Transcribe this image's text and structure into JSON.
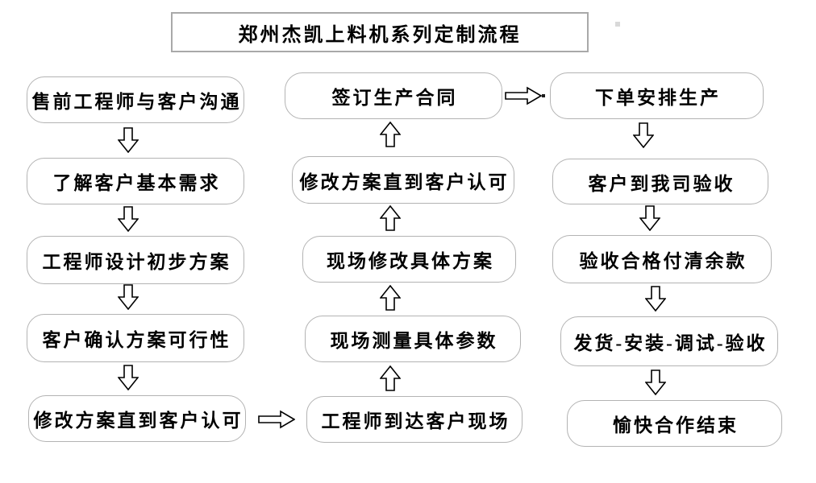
{
  "title": "郑州杰凯上料机系列定制流程",
  "colors": {
    "background": "#ffffff",
    "box_border": "#b3b3b3",
    "title_border": "#a9a9a9",
    "text": "#000000",
    "arrow_outline": "#000000",
    "arrow_fill": "#ffffff"
  },
  "flow": {
    "left": [
      {
        "id": "l1",
        "label": "售前工程师与客户沟通"
      },
      {
        "id": "l2",
        "label": "了解客户基本需求"
      },
      {
        "id": "l3",
        "label": "工程师设计初步方案"
      },
      {
        "id": "l4",
        "label": "客户确认方案可行性"
      },
      {
        "id": "l5",
        "label": "修改方案直到客户认可"
      }
    ],
    "middle": [
      {
        "id": "m1",
        "label": "签订生产合同"
      },
      {
        "id": "m2",
        "label": "修改方案直到客户认可"
      },
      {
        "id": "m3",
        "label": "现场修改具体方案"
      },
      {
        "id": "m4",
        "label": "现场测量具体参数"
      },
      {
        "id": "m5",
        "label": "工程师到达客户现场"
      }
    ],
    "right": [
      {
        "id": "r1",
        "label": "下单安排生产"
      },
      {
        "id": "r2",
        "label": "客户到我司验收"
      },
      {
        "id": "r3",
        "label": "验收合格付清余款"
      },
      {
        "id": "r4",
        "label": "发货-安装-调试-验收"
      },
      {
        "id": "r5",
        "label": "愉快合作结束"
      }
    ],
    "connections": [
      {
        "from": "l1",
        "to": "l2",
        "direction": "down"
      },
      {
        "from": "l2",
        "to": "l3",
        "direction": "down"
      },
      {
        "from": "l3",
        "to": "l4",
        "direction": "down"
      },
      {
        "from": "l4",
        "to": "l5",
        "direction": "down"
      },
      {
        "from": "l5",
        "to": "m5",
        "direction": "right"
      },
      {
        "from": "m5",
        "to": "m4",
        "direction": "up"
      },
      {
        "from": "m4",
        "to": "m3",
        "direction": "up"
      },
      {
        "from": "m3",
        "to": "m2",
        "direction": "up"
      },
      {
        "from": "m2",
        "to": "m1",
        "direction": "up"
      },
      {
        "from": "m1",
        "to": "r1",
        "direction": "right"
      },
      {
        "from": "r1",
        "to": "r2",
        "direction": "down"
      },
      {
        "from": "r2",
        "to": "r3",
        "direction": "down"
      },
      {
        "from": "r3",
        "to": "r4",
        "direction": "down"
      },
      {
        "from": "r4",
        "to": "r5",
        "direction": "down"
      }
    ]
  }
}
